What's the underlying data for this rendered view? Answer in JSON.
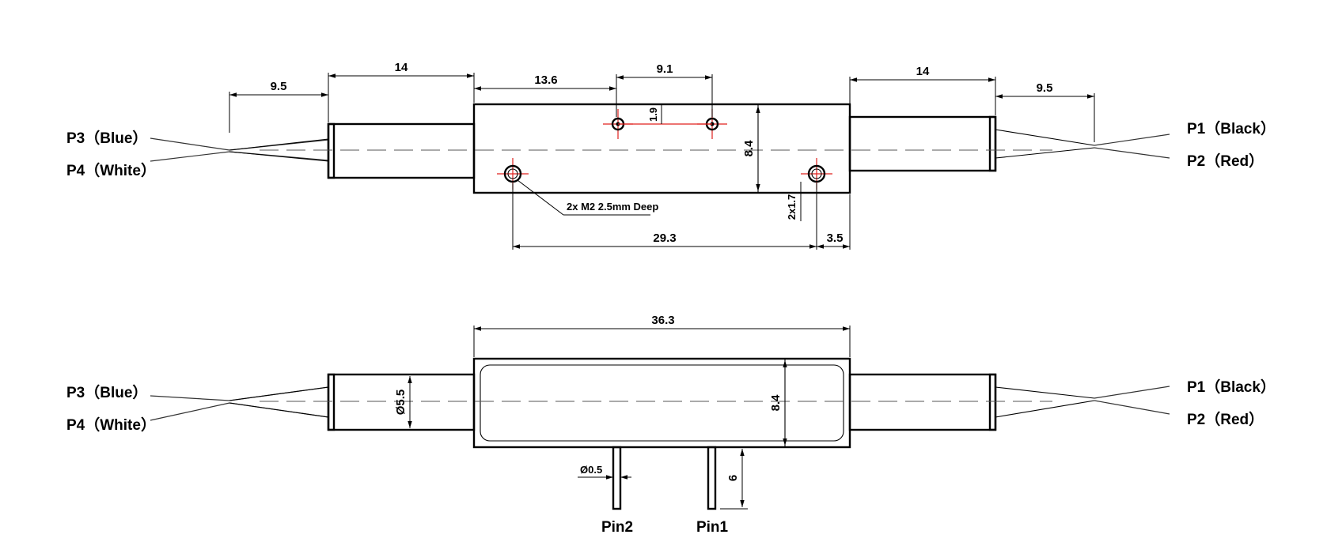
{
  "colors": {
    "line": "#000000",
    "mark": "#e0201e",
    "background": "#ffffff"
  },
  "top_view": {
    "dims": {
      "lead_left": "9.5",
      "tube_left": "14",
      "hole_offset": "13.6",
      "hole_spacing": "9.1",
      "tube_right": "14",
      "lead_right": "9.5",
      "hole_gap": "1.9",
      "body_height": "8.4",
      "bottom_span": "29.3",
      "edge_offset": "3.5",
      "slot": "2x1.7"
    },
    "note": "2x M2 2.5mm Deep",
    "ports": {
      "p3": "P3（Blue）",
      "p4": "P4（White）",
      "p1": "P1（Black）",
      "p2": "P2（Red）"
    }
  },
  "side_view": {
    "dims": {
      "body_length": "36.3",
      "tube_diameter": "Ø5.5",
      "body_height": "8.4",
      "pin_diameter": "Ø0.5",
      "pin_length": "6"
    },
    "ports": {
      "p3": "P3（Blue）",
      "p4": "P4（White）",
      "p1": "P1（Black）",
      "p2": "P2（Red）"
    },
    "pins": {
      "pin2": "Pin2",
      "pin1": "Pin1"
    }
  }
}
